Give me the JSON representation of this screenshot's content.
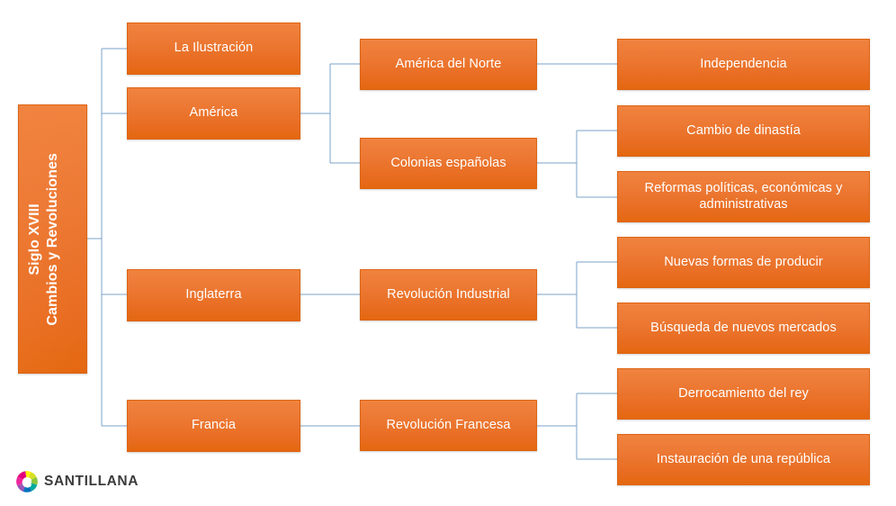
{
  "diagram": {
    "title": "Siglo XVIII Cambios y Revoluciones",
    "type": "tree-org-chart",
    "colors": {
      "node_fill_top": "#f0833f",
      "node_fill_bottom": "#e4680f",
      "node_border": "#dd6413",
      "node_text": "#ffffff",
      "connector": "#7ba3c8",
      "background": "#ffffff"
    },
    "root": {
      "label": "Siglo XVIII\nCambios y Revoluciones"
    },
    "level2": [
      {
        "label": "La Ilustración"
      },
      {
        "label": "América"
      },
      {
        "label": "Inglaterra"
      },
      {
        "label": "Francia"
      }
    ],
    "level3": [
      {
        "label": "América del Norte"
      },
      {
        "label": "Colonias españolas"
      },
      {
        "label": "Revolución Industrial"
      },
      {
        "label": "Revolución Francesa"
      }
    ],
    "level4": [
      {
        "label": "Independencia"
      },
      {
        "label": "Cambio de dinastía"
      },
      {
        "label": "Reformas políticas, económicas y administrativas"
      },
      {
        "label": "Nuevas formas de producir"
      },
      {
        "label": "Búsqueda de nuevos mercados"
      },
      {
        "label": "Derrocamiento del rey"
      },
      {
        "label": "Instauración de una república"
      }
    ]
  },
  "logo": {
    "name": "SANTILLANA",
    "icon": "santillana-swirl-icon"
  }
}
